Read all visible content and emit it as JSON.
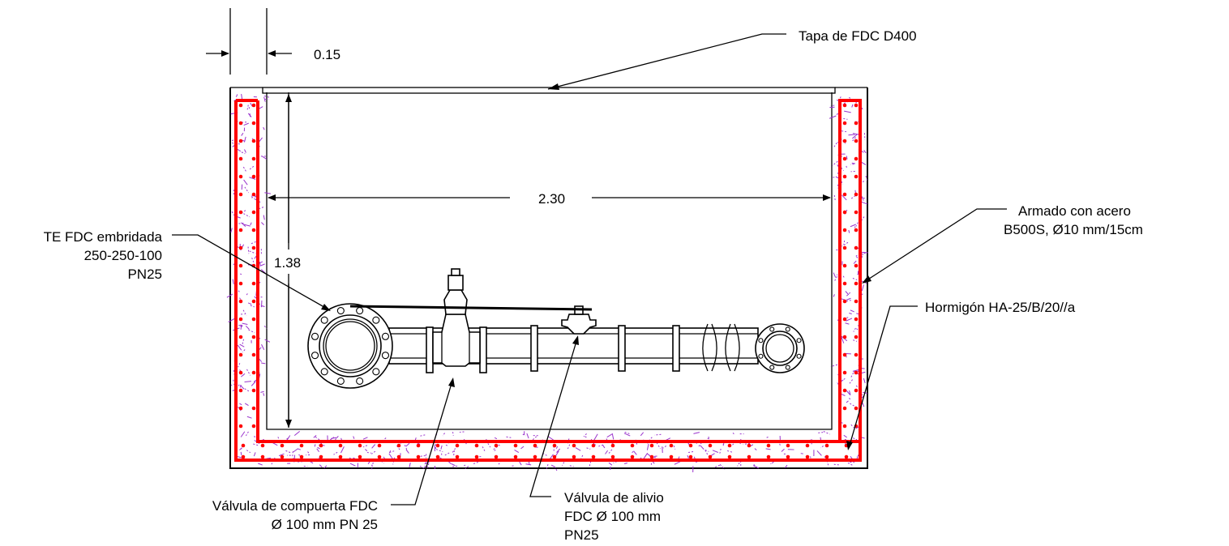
{
  "dimensions": {
    "wall_thickness": "0.15",
    "inner_width": "2.30",
    "inner_height": "1.38"
  },
  "callouts": {
    "lid": "Tapa de FDC D400",
    "rebar_line1": "Armado con acero",
    "rebar_line2": "B500S, Ø10 mm/15cm",
    "concrete": "Hormigón HA-25/B/20//a",
    "tee_line1": "TE FDC embridada",
    "tee_line2": "250-250-100",
    "tee_line3": "PN25",
    "gate_valve_line1": "Válvula de compuerta FDC",
    "gate_valve_line2": "Ø 100 mm PN 25",
    "relief_valve_line1": "Válvula de alivio",
    "relief_valve_line2": "FDC Ø 100 mm",
    "relief_valve_line3": "PN25"
  },
  "colors": {
    "rebar": "#ff0000",
    "concrete_hatch": "#9933cc",
    "linework": "#000000"
  }
}
